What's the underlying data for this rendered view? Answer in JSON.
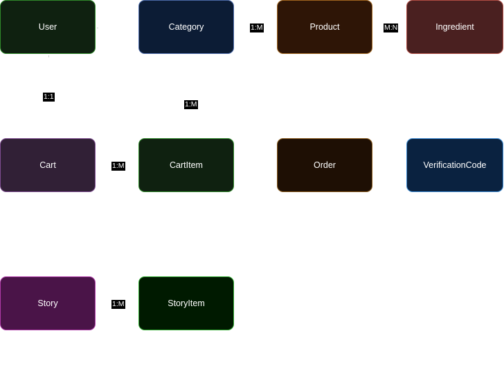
{
  "entities": {
    "user": {
      "label": "User",
      "fill": "#0f2110",
      "stroke": "#2f8a2a"
    },
    "category": {
      "label": "Category",
      "fill": "#0c1c35",
      "stroke": "#4b6aa8"
    },
    "product": {
      "label": "Product",
      "fill": "#2e1506",
      "stroke": "#a2661e"
    },
    "ingredient": {
      "label": "Ingredient",
      "fill": "#4a2020",
      "stroke": "#b24d44"
    },
    "cart": {
      "label": "Cart",
      "fill": "#312036",
      "stroke": "#7e4d91"
    },
    "cartitem": {
      "label": "CartItem",
      "fill": "#0f2110",
      "stroke": "#2f8a2a"
    },
    "order": {
      "label": "Order",
      "fill": "#1e0f04",
      "stroke": "#8a5a1a"
    },
    "verificationcode": {
      "label": "VerificationCode",
      "fill": "#0a2240",
      "stroke": "#3f8fd8"
    },
    "story": {
      "label": "Story",
      "fill": "#4a1448",
      "stroke": "#b03aa8"
    },
    "storyitem": {
      "label": "StoryItem",
      "fill": "#001a00",
      "stroke": "#2faa2f"
    }
  },
  "relations": {
    "category_product": "1:M",
    "product_ingredient": "M:N",
    "user_cart": "1:1",
    "category_cartitem": "1:M",
    "cart_cartitem": "1:M",
    "story_storyitem": "1:M"
  }
}
